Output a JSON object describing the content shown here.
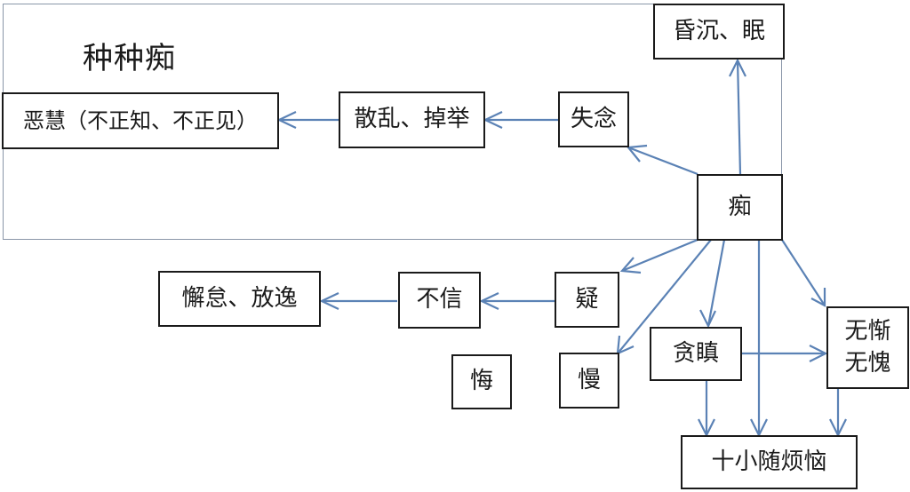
{
  "group": {
    "title": "种种痴"
  },
  "nodes": {
    "chi": "痴",
    "hunchen": "昏沉、眠",
    "shinian": "失念",
    "sanluan": "散乱、掉举",
    "ehui": "恶慧（不正知、不正见）",
    "yi": "疑",
    "buxin": "不信",
    "xiedai": "懈怠、放逸",
    "hui": "悔",
    "man": "慢",
    "tanchen": "贪瞋",
    "wucan": "无惭\n无愧",
    "shixiao": "十小随烦恼"
  },
  "edges": [
    {
      "from": "痴",
      "to": "昏沉、眠"
    },
    {
      "from": "痴",
      "to": "失念"
    },
    {
      "from": "失念",
      "to": "散乱、掉举"
    },
    {
      "from": "散乱、掉举",
      "to": "恶慧（不正知、不正见）"
    },
    {
      "from": "痴",
      "to": "疑"
    },
    {
      "from": "疑",
      "to": "不信"
    },
    {
      "from": "不信",
      "to": "懈怠、放逸"
    },
    {
      "from": "痴",
      "to": "慢"
    },
    {
      "from": "痴",
      "to": "贪瞋"
    },
    {
      "from": "痴",
      "to": "十小随烦恼"
    },
    {
      "from": "痴",
      "to": "无惭 无愧"
    },
    {
      "from": "贪瞋",
      "to": "无惭 无愧"
    },
    {
      "from": "贪瞋",
      "to": "十小随烦恼"
    },
    {
      "from": "无惭 无愧",
      "to": "十小随烦恼"
    }
  ],
  "colors": {
    "arrow": "#5b82b5",
    "border": "#1a1a1a",
    "frame": "#8a96a8"
  }
}
